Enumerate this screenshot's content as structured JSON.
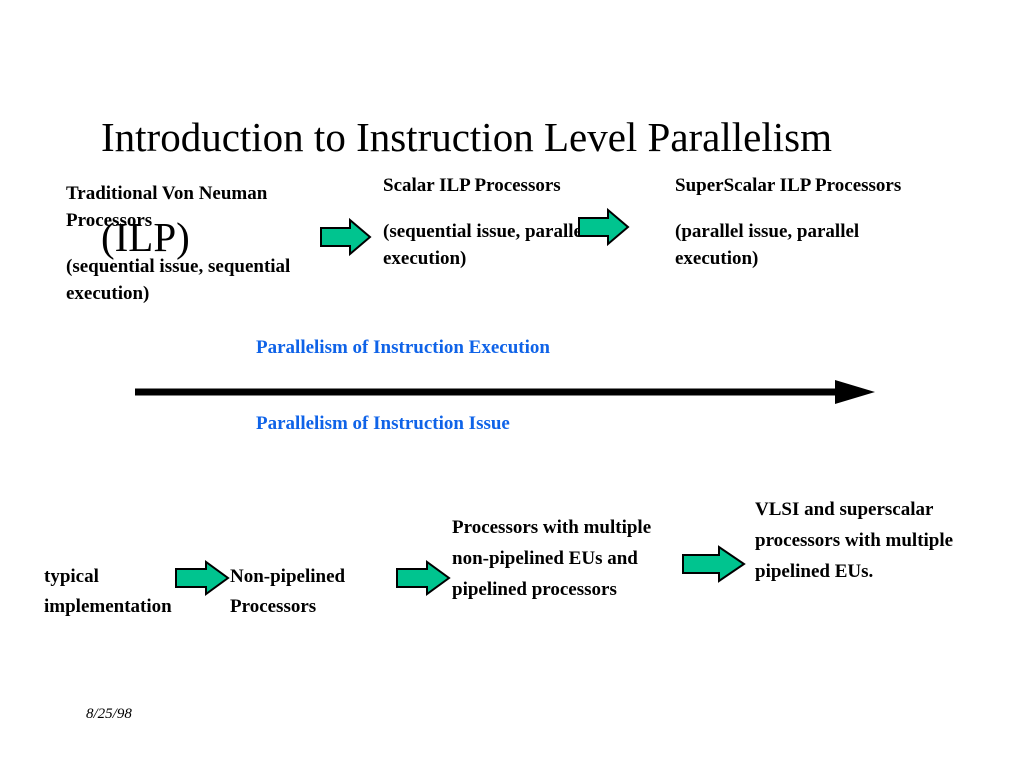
{
  "slide": {
    "title_line1": "Introduction to Instruction Level Parallelism",
    "title_line2": "(ILP)",
    "footer_date": "8/25/98",
    "background_color": "#FFFFFF",
    "text_color": "#000000",
    "accent_blue": "#0F63E8",
    "arrow_fill": "#00C48F",
    "arrow_stroke": "#000000"
  },
  "execution_row": {
    "stages": [
      {
        "name": "traditional-von-neuman",
        "heading": "Traditional Von Neuman Processors",
        "detail": "(sequential issue, sequential execution)"
      },
      {
        "name": "scalar-ilp",
        "heading": "Scalar ILP Processors",
        "detail": "(sequential issue, parallel execution)"
      },
      {
        "name": "superscalar-ilp",
        "heading": "SuperScalar ILP Processors",
        "detail": "(parallel issue, parallel execution)"
      }
    ],
    "connector_icon": "right-block-arrow-icon"
  },
  "axis": {
    "caption_above": "Parallelism of  Instruction Execution",
    "caption_below": "Parallelism of  Instruction Issue",
    "arrow_icon": "right-arrow-icon",
    "direction": "left-to-right"
  },
  "implementation_row": {
    "stages": [
      {
        "name": "typical-implementation",
        "text": "typical implementation"
      },
      {
        "name": "non-pipelined-processors",
        "text": "Non-pipelined Processors"
      },
      {
        "name": "multiple-non-pipelined-eus",
        "text": "Processors with multiple non-pipelined EUs and pipelined processors"
      },
      {
        "name": "vlsi-superscalar",
        "text": "VLSI and superscalar processors with multiple pipelined EUs."
      }
    ],
    "connector_icon": "right-block-arrow-icon"
  }
}
